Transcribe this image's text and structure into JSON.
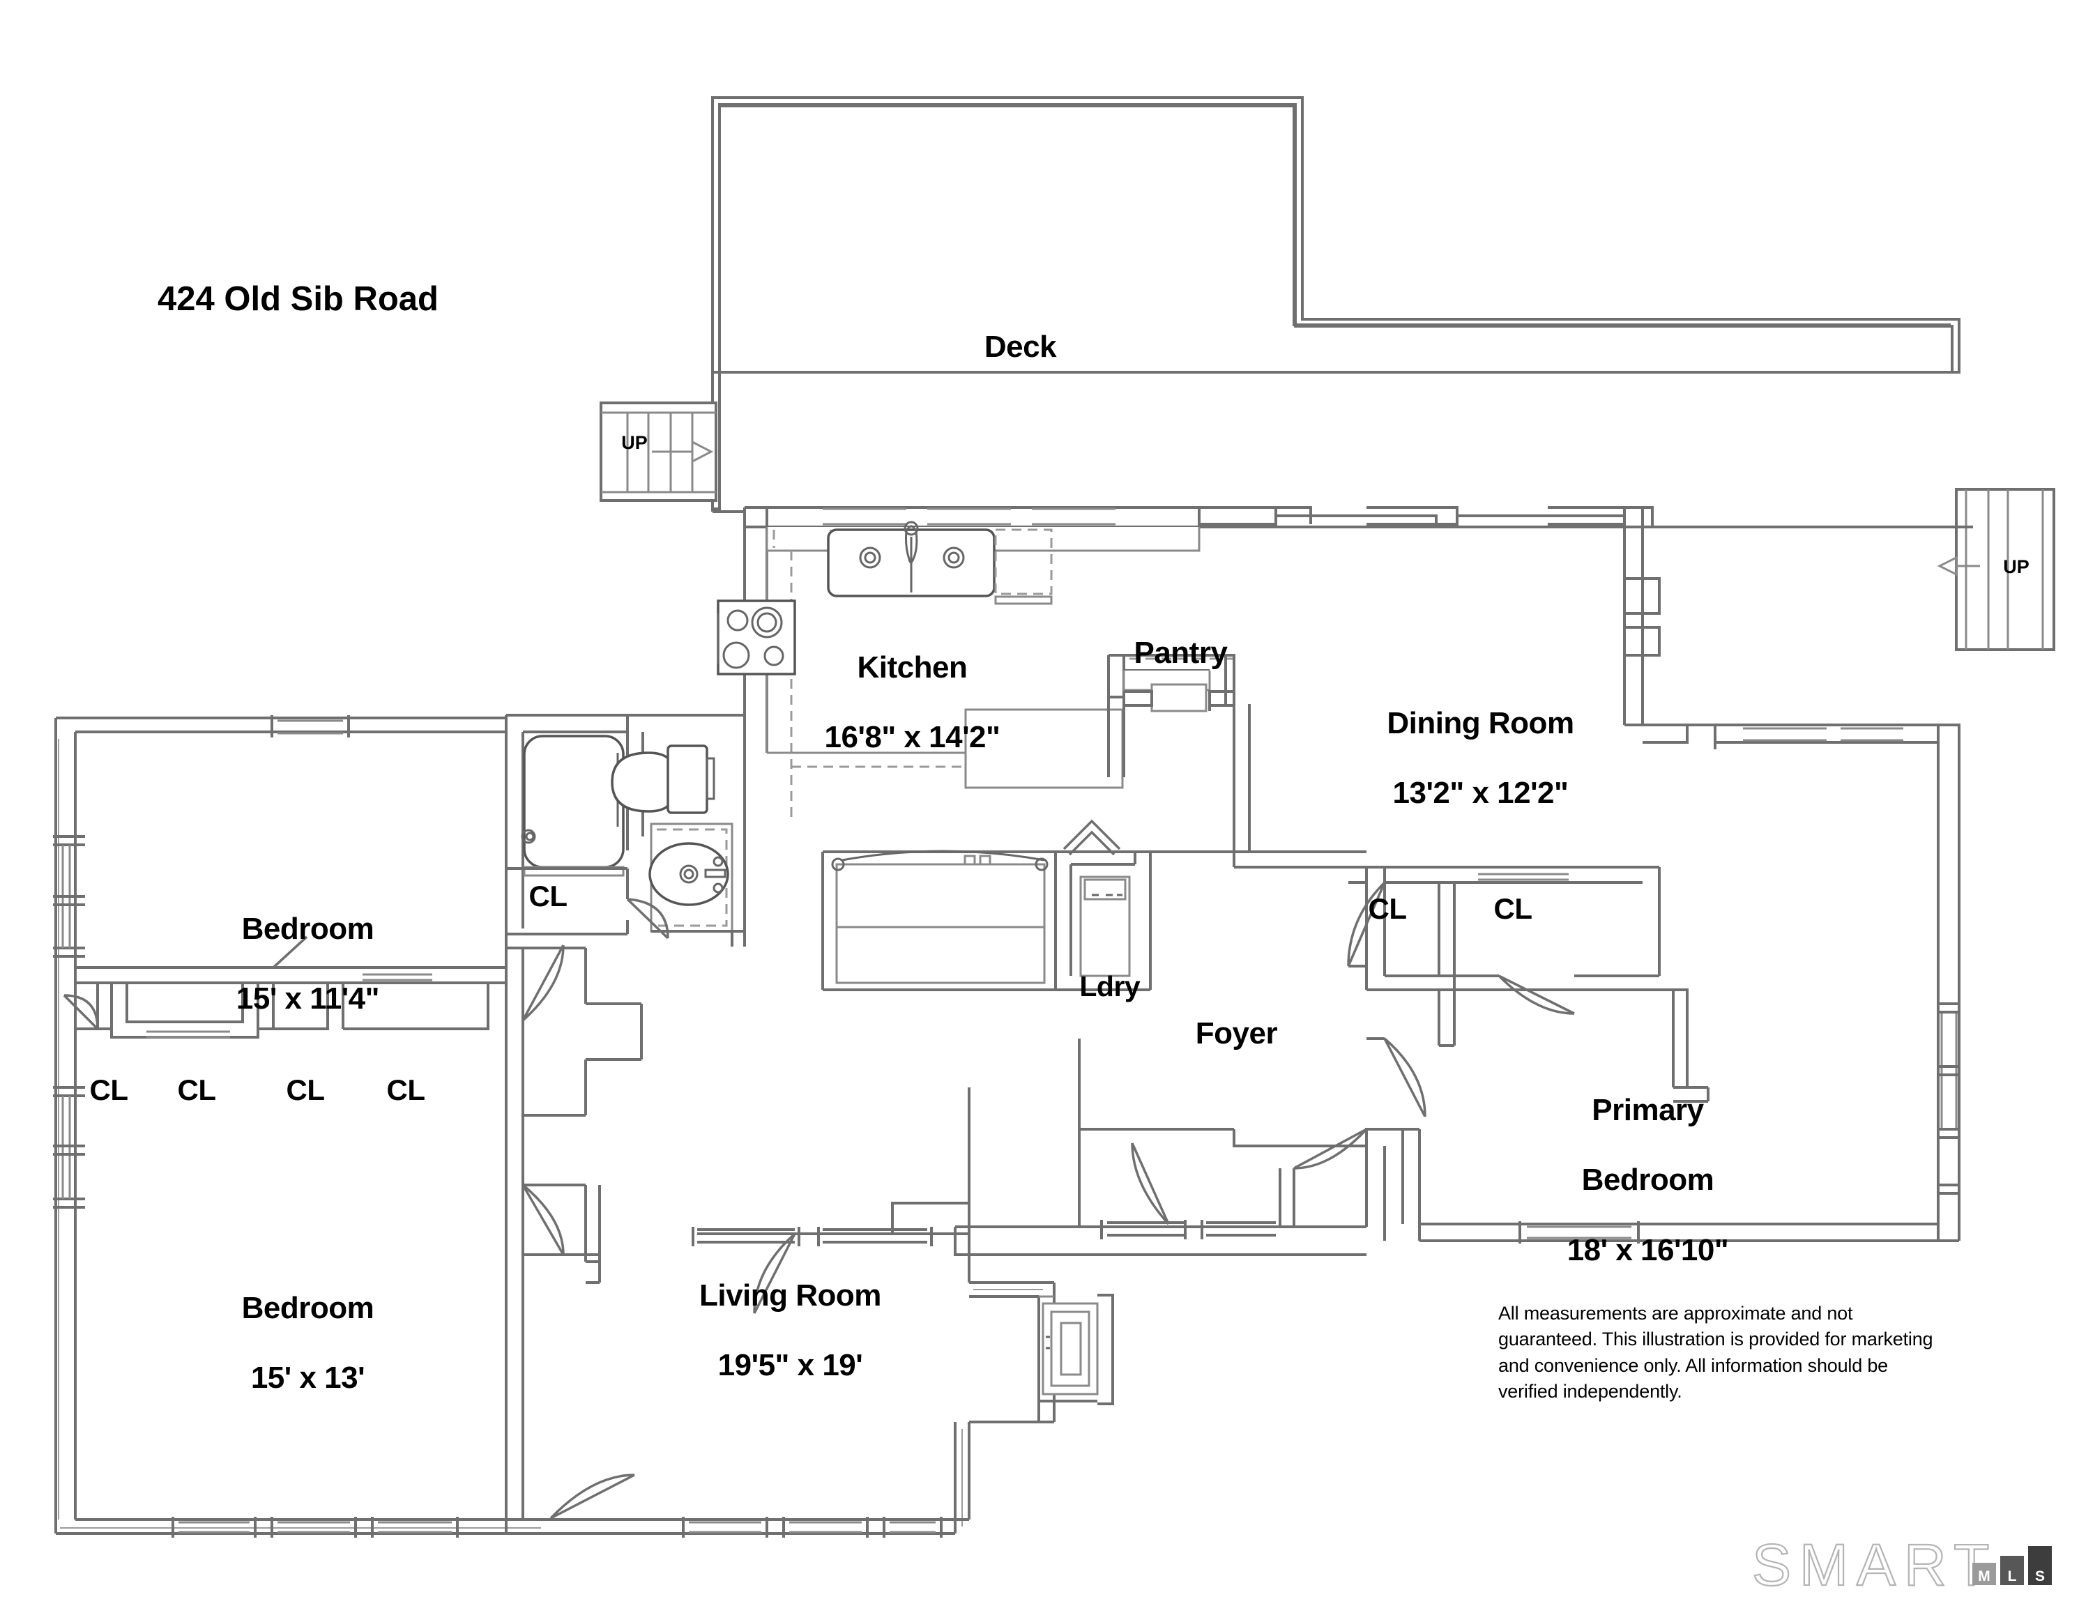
{
  "title": "424 Old Sib Road",
  "rooms": [
    {
      "name": "deck",
      "label": "Deck",
      "dim": ""
    },
    {
      "name": "kitchen",
      "label": "Kitchen",
      "dim": "16'8\" x 14'2\""
    },
    {
      "name": "pantry",
      "label": "Pantry",
      "dim": ""
    },
    {
      "name": "dining-room",
      "label": "Dining Room",
      "dim": "13'2\" x 12'2\""
    },
    {
      "name": "bedroom-upper",
      "label": "Bedroom",
      "dim": "15' x 11'4\""
    },
    {
      "name": "bedroom-lower",
      "label": "Bedroom",
      "dim": "15' x 13'"
    },
    {
      "name": "living-room",
      "label": "Living Room",
      "dim": "19'5\" x 19'"
    },
    {
      "name": "laundry",
      "label": "Ldry",
      "dim": ""
    },
    {
      "name": "foyer",
      "label": "Foyer",
      "dim": ""
    },
    {
      "name": "primary-bedroom",
      "label": "Primary Bedroom",
      "dim": "18' x 16'10\""
    }
  ],
  "closets": [
    {
      "id": "cl-bath",
      "label": "CL"
    },
    {
      "id": "cl-left-1",
      "label": "CL"
    },
    {
      "id": "cl-left-2",
      "label": "CL"
    },
    {
      "id": "cl-left-3",
      "label": "CL"
    },
    {
      "id": "cl-left-4",
      "label": "CL"
    },
    {
      "id": "cl-primary-1",
      "label": "CL"
    },
    {
      "id": "cl-primary-2",
      "label": "CL"
    }
  ],
  "stairs": [
    {
      "id": "stairs-left",
      "label": "UP",
      "direction": "right"
    },
    {
      "id": "stairs-right",
      "label": "UP",
      "direction": "left"
    }
  ],
  "disclaimer": "All measurements are approximate and not guaranteed. This illustration is provided for marketing and convenience only. All information should be verified independently.",
  "watermark": {
    "word": "SMART",
    "boxes": [
      {
        "letter": "M",
        "color": "#9a9a9a"
      },
      {
        "letter": "L",
        "color": "#575757"
      },
      {
        "letter": "S",
        "color": "#3d3d3d"
      }
    ]
  },
  "colors": {
    "wall": "#000000",
    "wall_light": "#8c8c8c",
    "background": "#ffffff",
    "text": "#000000"
  }
}
